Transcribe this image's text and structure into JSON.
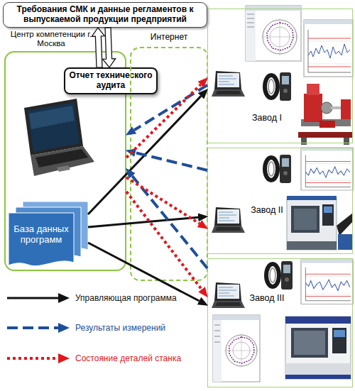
{
  "diagram": {
    "nodes": [
      {
        "text": [
          "Требования СМК и данные регламентов к выпускаемой продукции предприятий"
        ]
      },
      {
        "text": [
          "Центр компетенции г. Москва"
        ]
      },
      {
        "text": [
          "Отчет технического аудита"
        ],
        "in": 1
      },
      {
        "text": [
          "База данных программ"
        ],
        "in": 1
      },
      {
        "text": [
          "Интернет"
        ]
      },
      {
        "text": [
          "Завод I"
        ]
      },
      {
        "text": [
          "Завод II"
        ]
      },
      {
        "text": [
          "Завод III"
        ]
      }
    ],
    "edges": [
      {
        "from": 0,
        "to": 2,
        "arrow": "to"
      },
      {
        "from": 2,
        "to": 0,
        "arrow": "to"
      },
      {
        "from": 3,
        "to": 5,
        "arrow": "to"
      },
      {
        "from": 3,
        "to": 6,
        "arrow": "to"
      },
      {
        "from": 3,
        "to": 7,
        "arrow": "to"
      },
      {
        "from": 5,
        "to": 1,
        "arrow": "to"
      },
      {
        "from": 6,
        "to": 1,
        "arrow": "to"
      },
      {
        "from": 7,
        "to": 1,
        "arrow": "to"
      },
      {
        "from": 1,
        "to": 5,
        "arrow": "to"
      },
      {
        "from": 1,
        "to": 6,
        "arrow": "to"
      },
      {
        "from": 1,
        "to": 7,
        "arrow": "to"
      }
    ],
    "legend": [
      {
        "text": "Управляющая программа"
      },
      {
        "text": "Результаты измерений"
      },
      {
        "text": "Состояние деталей станка"
      }
    ]
  }
}
